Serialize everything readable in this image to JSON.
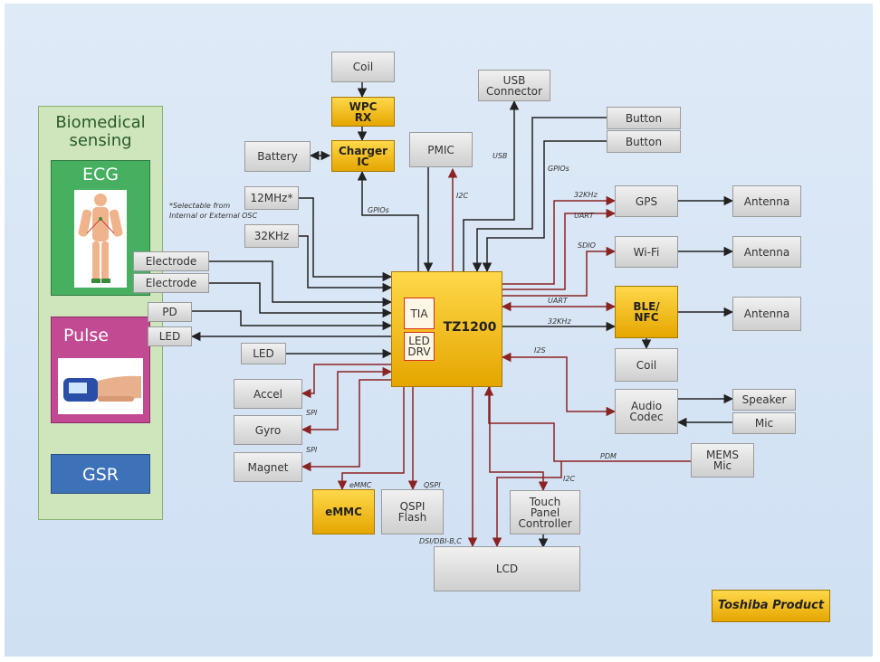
{
  "sensing": {
    "title": "Biomedical\nsensing",
    "ecg": "ECG",
    "pulse": "Pulse",
    "gsr": "GSR",
    "electrode_1": "Electrode",
    "electrode_2": "Electrode",
    "pd": "PD",
    "led": "LED"
  },
  "blocks": {
    "coil_top": "Coil",
    "wpc_rx": "WPC\nRX",
    "charger_ic": "Charger\nIC",
    "battery": "Battery",
    "pmic": "PMIC",
    "usb_connector": "USB\nConnector",
    "button_1": "Button",
    "button_2": "Button",
    "clock_12mhz": "12MHz*",
    "clock_32khz": "32KHz",
    "led_left": "LED",
    "gps": "GPS",
    "wifi": "Wi-Fi",
    "ble_nfc": "BLE/\nNFC",
    "antenna_1": "Antenna",
    "antenna_2": "Antenna",
    "antenna_3": "Antenna",
    "coil_right": "Coil",
    "audio_codec": "Audio\nCodec",
    "speaker": "Speaker",
    "mic": "Mic",
    "mems_mic": "MEMS\nMic",
    "accel": "Accel",
    "gyro": "Gyro",
    "magnet": "Magnet",
    "emmc": "eMMC",
    "qspi_flash": "QSPI\nFlash",
    "touch_panel": "Touch\nPanel\nController",
    "lcd": "LCD",
    "tz1200": "TZ1200",
    "tia": "TIA",
    "led_drv": "LED\nDRV"
  },
  "bus_labels": {
    "usb": "USB",
    "gpios_top": "GPIOs",
    "gpios_mid": "GPIOs",
    "i2c_top": "I2C",
    "khz32_gps": "32KHz",
    "uart_gps": "UART",
    "sdio": "SDIO",
    "uart_ble": "UART",
    "khz32_ble": "32KHz",
    "i2s": "I2S",
    "spi_1": "SPI",
    "spi_2": "SPI",
    "pdm": "PDM",
    "emmc_bus": "eMMC",
    "qspi_bus": "QSPI",
    "i2c_bottom": "I2C",
    "dsi": "DSI/DBI-B,C"
  },
  "note": "*Selectable from\nInternal or External OSC",
  "legend": "Toshiba Product",
  "colors": {
    "bus_red": "#8b2323",
    "bus_black": "#222222",
    "gold": "#f2c12e",
    "ecg": "#47b060",
    "pulse": "#c24a93",
    "gsr": "#3d72b8"
  }
}
